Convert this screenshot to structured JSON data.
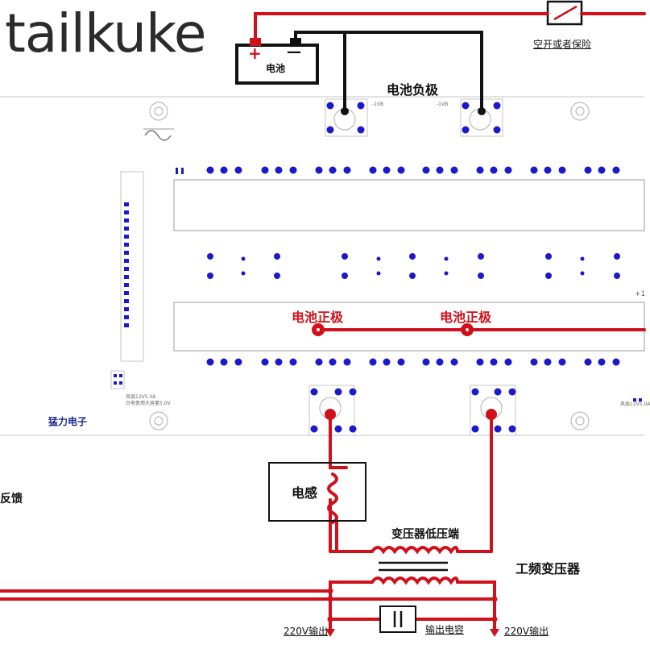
{
  "watermark": "tailkuke",
  "labels": {
    "battery": "电池",
    "battery_plus": "+",
    "battery_minus": "—",
    "breaker": "空开或者保险",
    "battery_negative": "电池负极",
    "neg_pad_left": "-1VB",
    "neg_pad_right": "-1VB",
    "battery_positive_left": "电池正极",
    "battery_positive_right": "电池正极",
    "right_edge_mark": "+1",
    "brand_board": "猛力电子",
    "feedback": "反馈",
    "inductor": "电感",
    "transformer_low_side": "变压器低压端",
    "power_freq_transformer": "工频变压器",
    "output_220_left": "220V输出",
    "output_cap": "输出电容",
    "output_220_right": "220V输出",
    "silk_fan_a": "风扇12V5.0A",
    "silk_fan_b": "台电使用大容量5.0V",
    "silk_right": "风扇12V5.0A"
  },
  "colors": {
    "wire_red": "#d0101a",
    "wire_black": "#111111",
    "pad_blue": "#1a1acc",
    "board_outline": "#b8b8b8"
  }
}
